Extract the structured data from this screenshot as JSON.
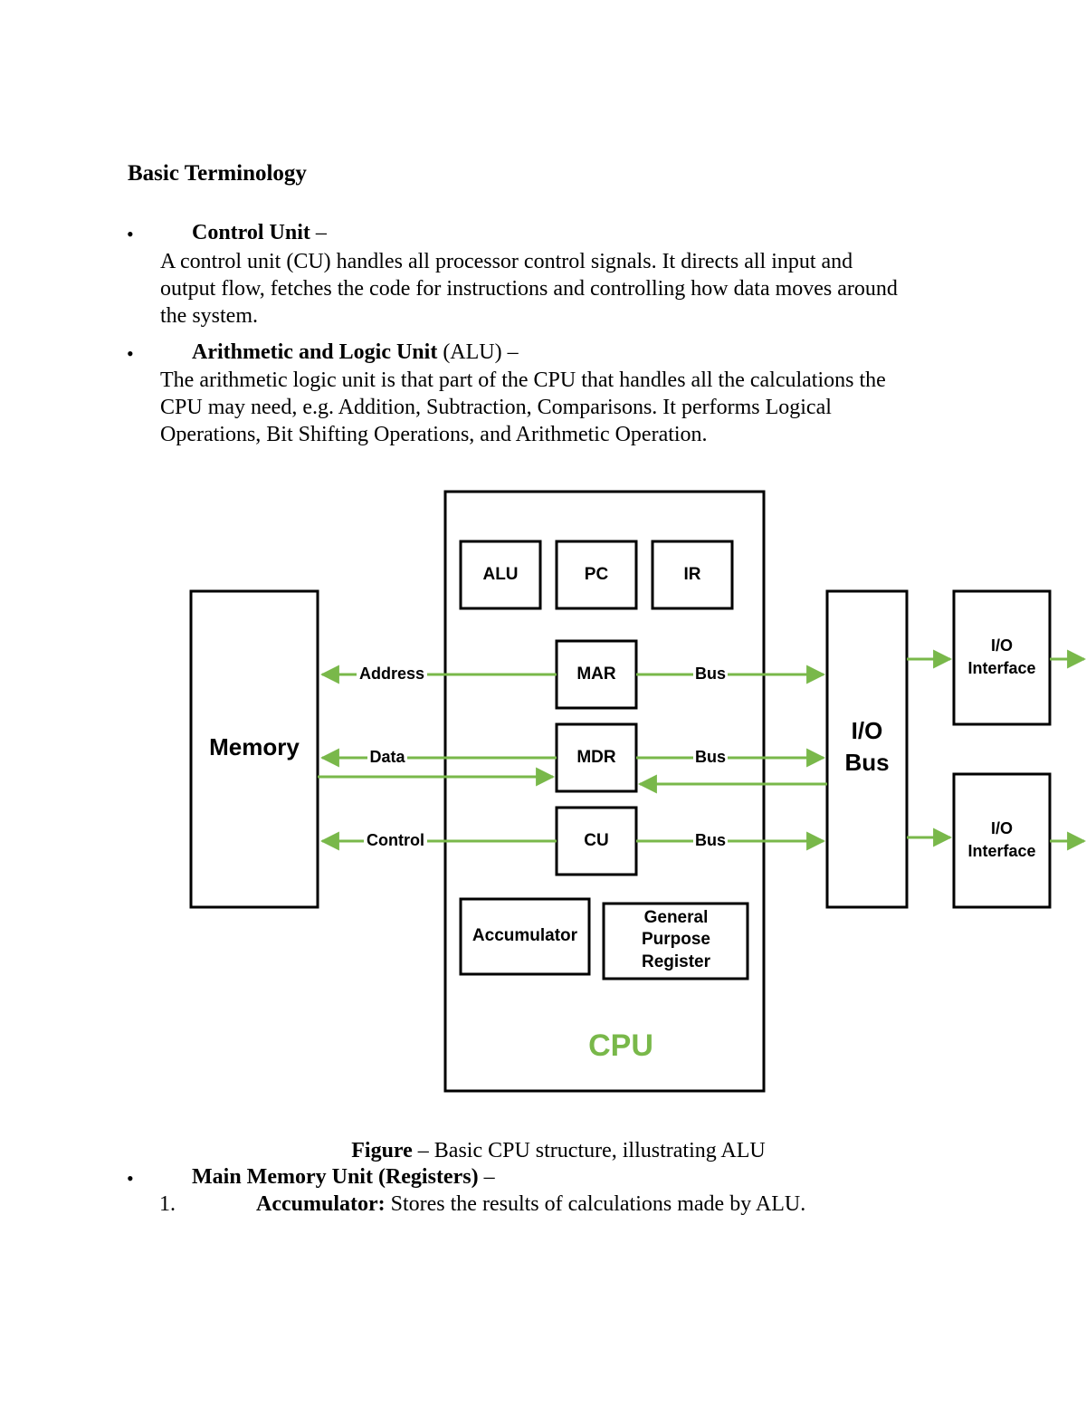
{
  "heading": "Basic Terminology",
  "bullet_glyph": "•",
  "items": [
    {
      "title": "Control Unit",
      "dash": " –",
      "lines": [
        "A control unit (CU) handles all processor control signals. It directs all input and",
        "output flow, fetches the code for instructions and controlling how data moves around",
        "the system."
      ]
    },
    {
      "title": "Arithmetic and Logic Unit",
      "title_suffix": " (ALU) –",
      "lines": [
        "The arithmetic logic unit is that part of the CPU that handles all the calculations the",
        "CPU may need, e.g. Addition, Subtraction, Comparisons. It performs Logical",
        "Operations, Bit Shifting Operations, and Arithmetic Operation."
      ]
    },
    {
      "title": "Main Memory Unit (Registers)",
      "dash": " –"
    }
  ],
  "diagram": {
    "colors": {
      "arrow": "#79b84a",
      "cpu_label": "#79b84a",
      "box": "#000000"
    },
    "memory": "Memory",
    "cpu": "CPU",
    "alu": "ALU",
    "pc": "PC",
    "ir": "IR",
    "mar": "MAR",
    "mdr": "MDR",
    "cu": "CU",
    "accumulator": "Accumulator",
    "gpr": [
      "General",
      "Purpose",
      "Register"
    ],
    "io_bus": [
      "I/O",
      "Bus"
    ],
    "io_interface": [
      "I/O",
      "Interface"
    ],
    "address": "Address",
    "data": "Data",
    "control": "Control",
    "bus": "Bus"
  },
  "caption": {
    "bold": "Figure",
    "rest": " – Basic CPU structure, illustrating ALU"
  },
  "numbered": [
    {
      "num": "1.",
      "bold": "Accumulator:",
      "rest": " Stores the results of calculations made by ALU."
    }
  ]
}
